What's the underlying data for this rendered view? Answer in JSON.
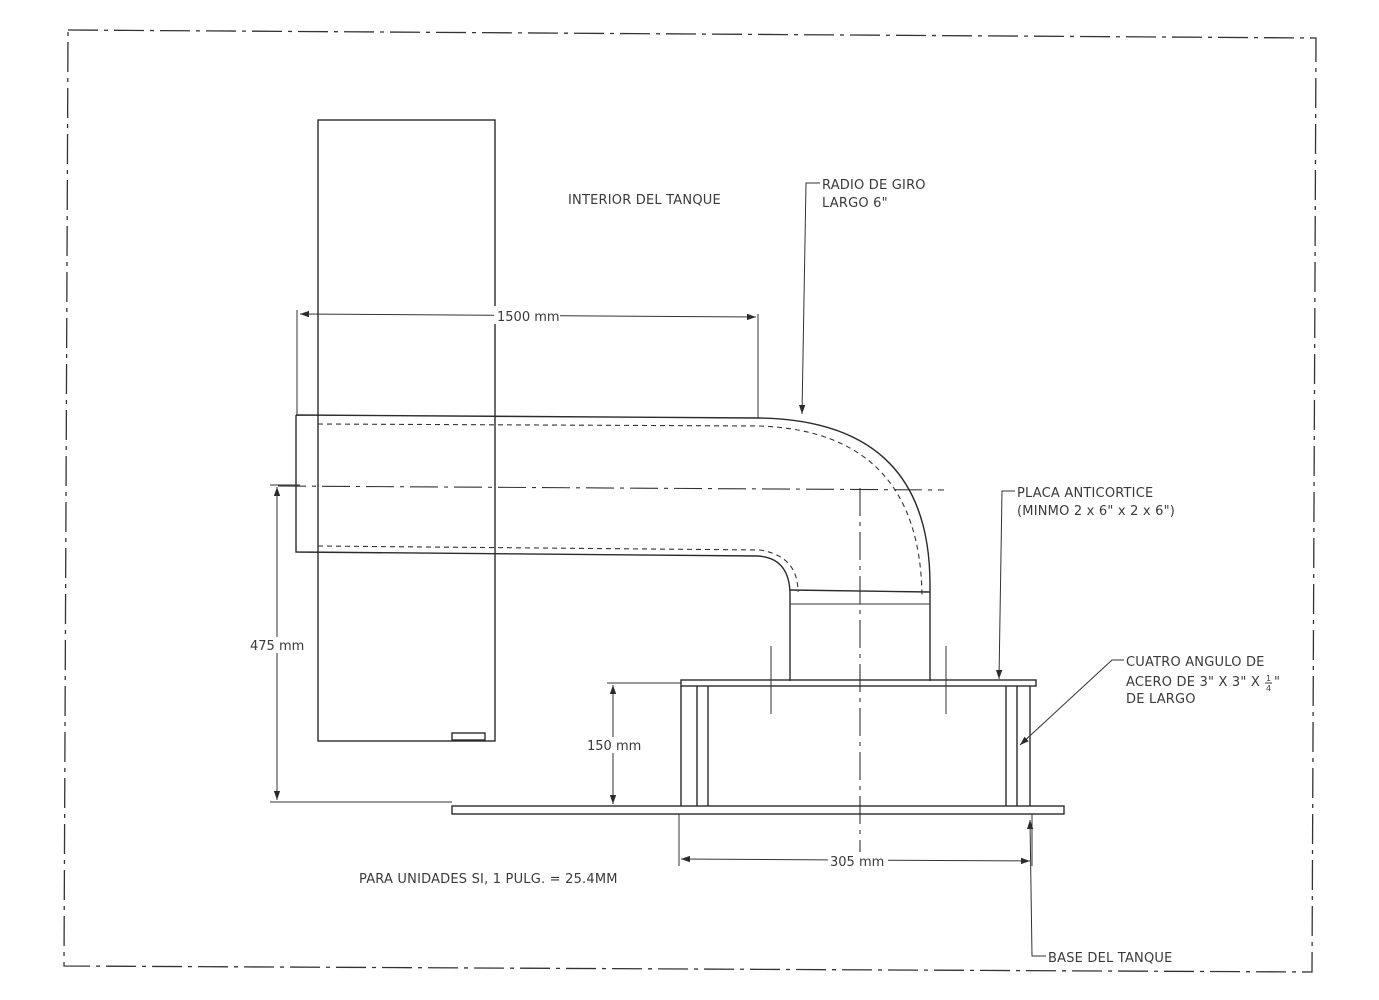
{
  "labels": {
    "interior": "INTERIOR DEL TANQUE",
    "radio_line1": "RADIO DE GIRO",
    "radio_line2": "LARGO 6\"",
    "placa_line1": "PLACA ANTICORTICE",
    "placa_line2": "(MINMO 2 x 6\" x 2 x 6\")",
    "cuatro_line1": "CUATRO ANGULO DE",
    "cuatro_line2": "ACERO DE 3\" X 3\" X",
    "cuatro_frac_num": "1",
    "cuatro_frac_den": "4",
    "cuatro_line2_end": "\"",
    "cuatro_line3": "DE LARGO",
    "base": "BASE DEL TANQUE",
    "units_note": "PARA UNIDADES SI, 1 PULG. = 25.4MM"
  },
  "dimensions": {
    "length": "1500 mm",
    "height_total": "475 mm",
    "height_box": "150 mm",
    "width_box": "305 mm"
  }
}
